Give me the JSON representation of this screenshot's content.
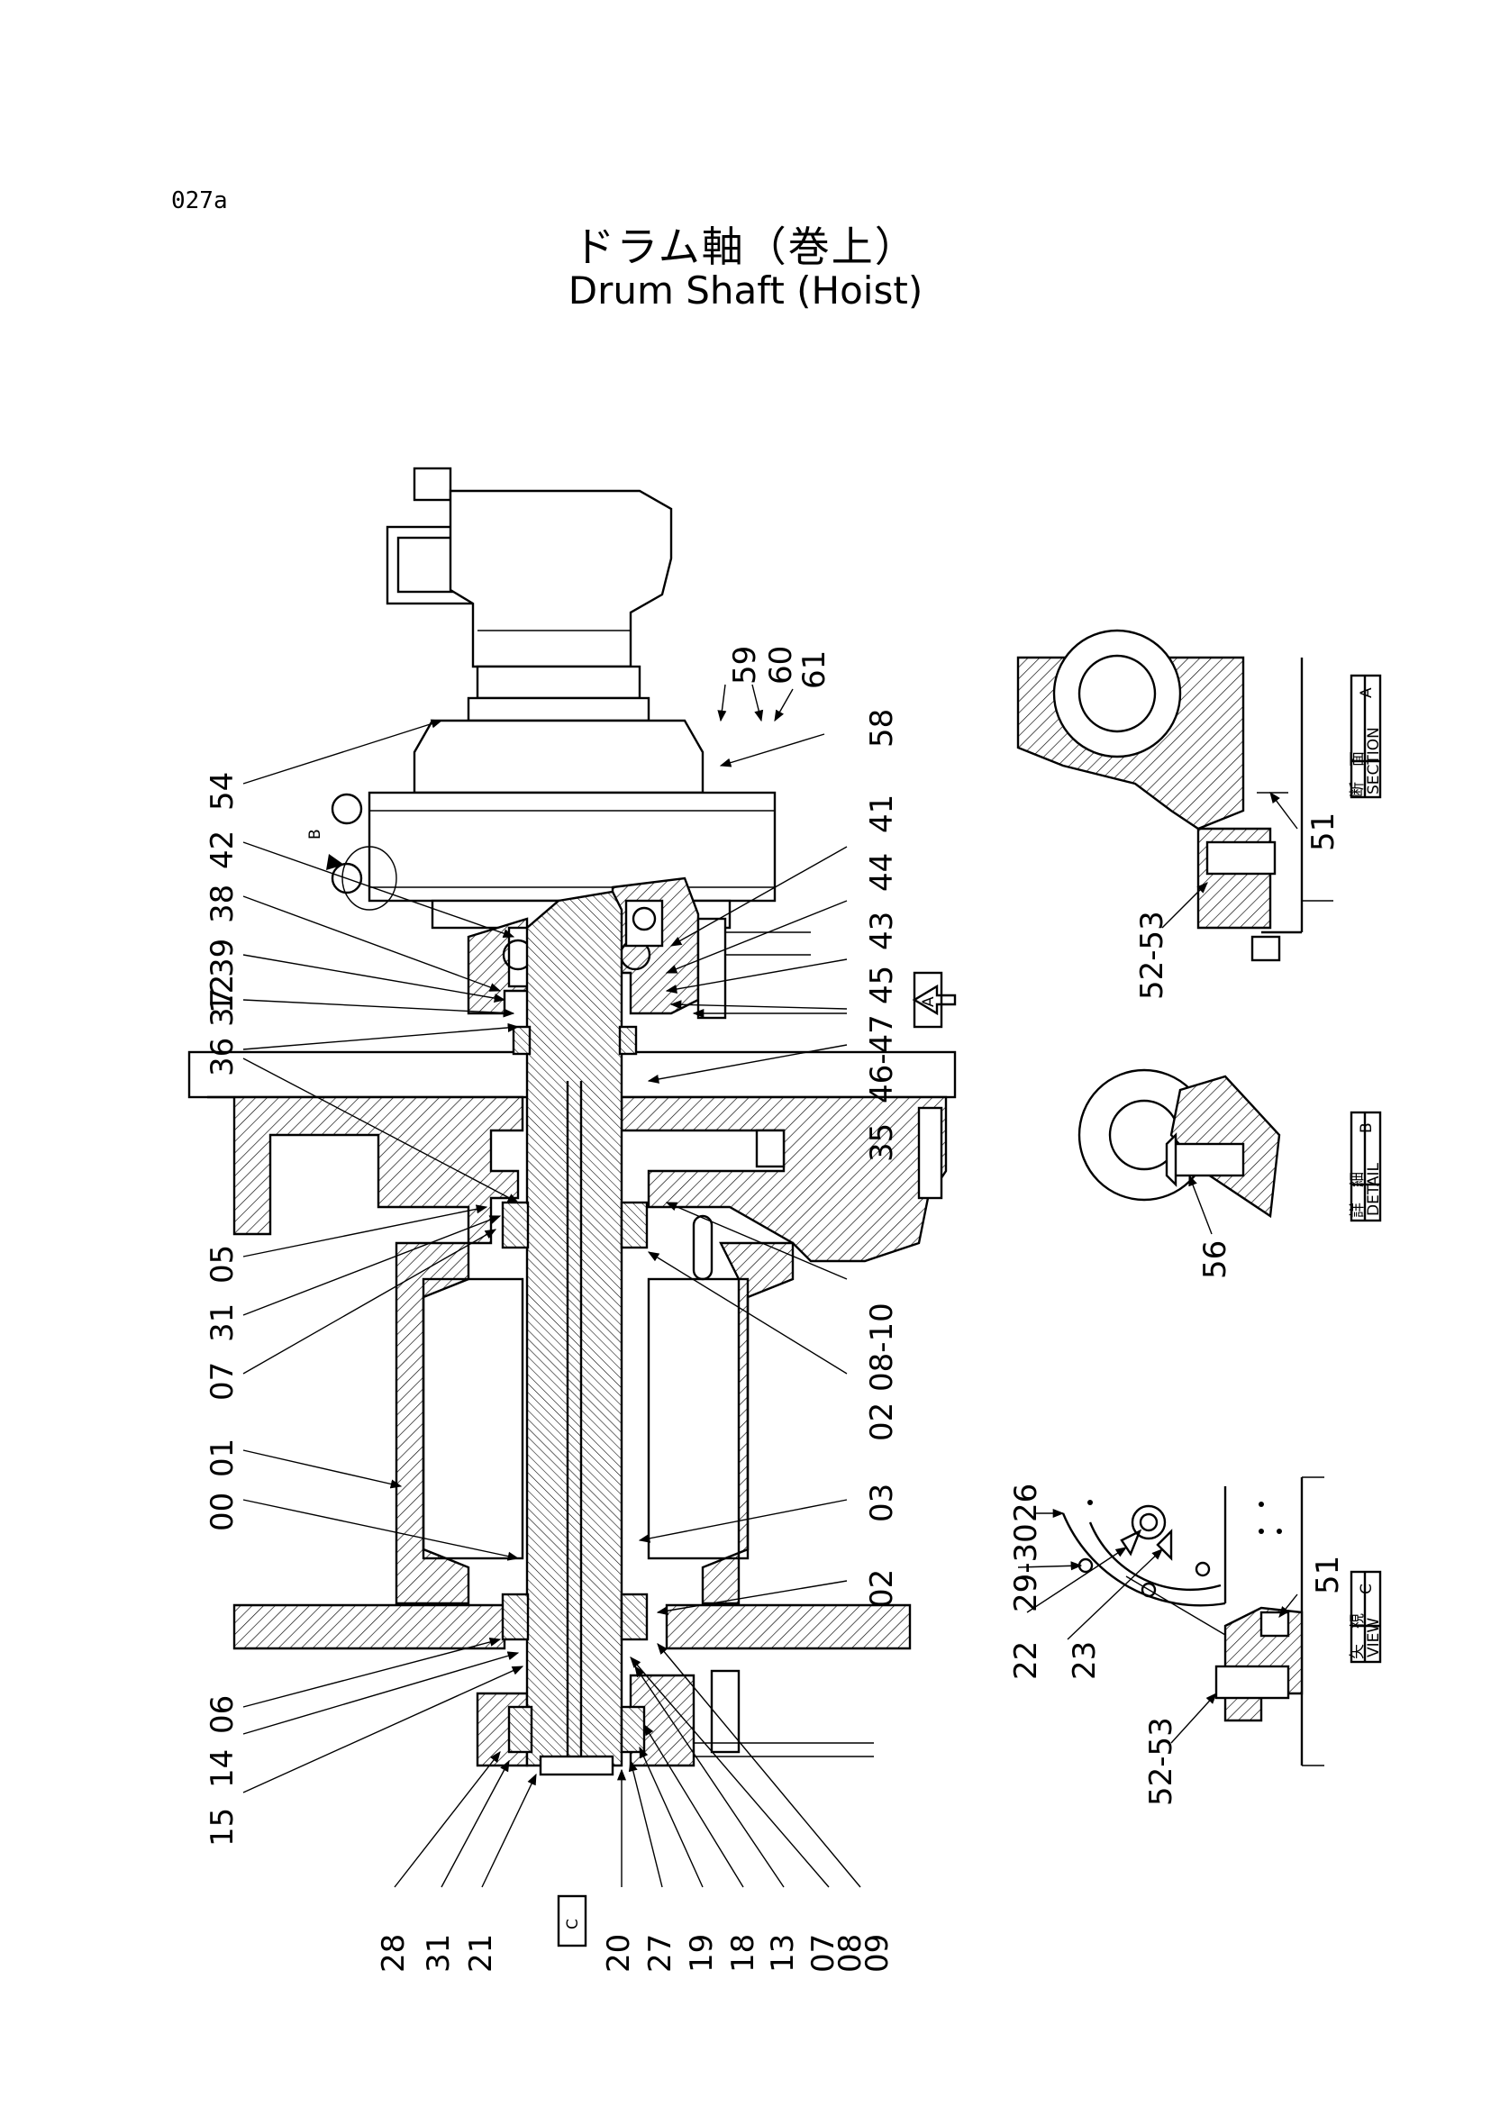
{
  "page_code": "027a",
  "title_jp": "ドラム軸（巻上）",
  "title_en": "Drum Shaft (Hoist)",
  "callouts": {
    "c54": "54",
    "c42": "42",
    "c38": "38",
    "c39": "39",
    "c37": "37",
    "c36": "36",
    "c12": "12",
    "c05": "05",
    "c31a": "31",
    "c07a": "07",
    "c00": "00",
    "c01": "01",
    "c06": "06",
    "c14": "14",
    "c15": "15",
    "c59": "59",
    "c60": "60",
    "c61": "61",
    "c58": "58",
    "c41": "41",
    "c44": "44",
    "c43": "43",
    "c45": "45",
    "c46_47": "46-47",
    "c35": "35",
    "c08_10": "08-10",
    "c02a": "02",
    "c03": "03",
    "c02b": "02",
    "c28": "28",
    "c31b": "31",
    "c21": "21",
    "c20": "20",
    "c27": "27",
    "c19": "19",
    "c18": "18",
    "c13": "13",
    "c07b": "07",
    "c08": "08",
    "c09": "09",
    "cB": "B",
    "arrowA": "A",
    "arrowC": "C",
    "sA51": "51",
    "sA52_53": "52-53",
    "dB56": "56",
    "vC26": "26",
    "vC29_30": "29-30",
    "vC22": "22",
    "vC23": "23",
    "vC51": "51",
    "vC52_53": "52-53"
  },
  "views": {
    "section_a": {
      "jp": "断　面",
      "en": "SECTION",
      "letter": "A"
    },
    "detail_b": {
      "jp": "詳　細",
      "en": "DETAIL",
      "letter": "B"
    },
    "view_c": {
      "jp": "矢　視",
      "en": "VIEW",
      "letter": "C"
    }
  }
}
